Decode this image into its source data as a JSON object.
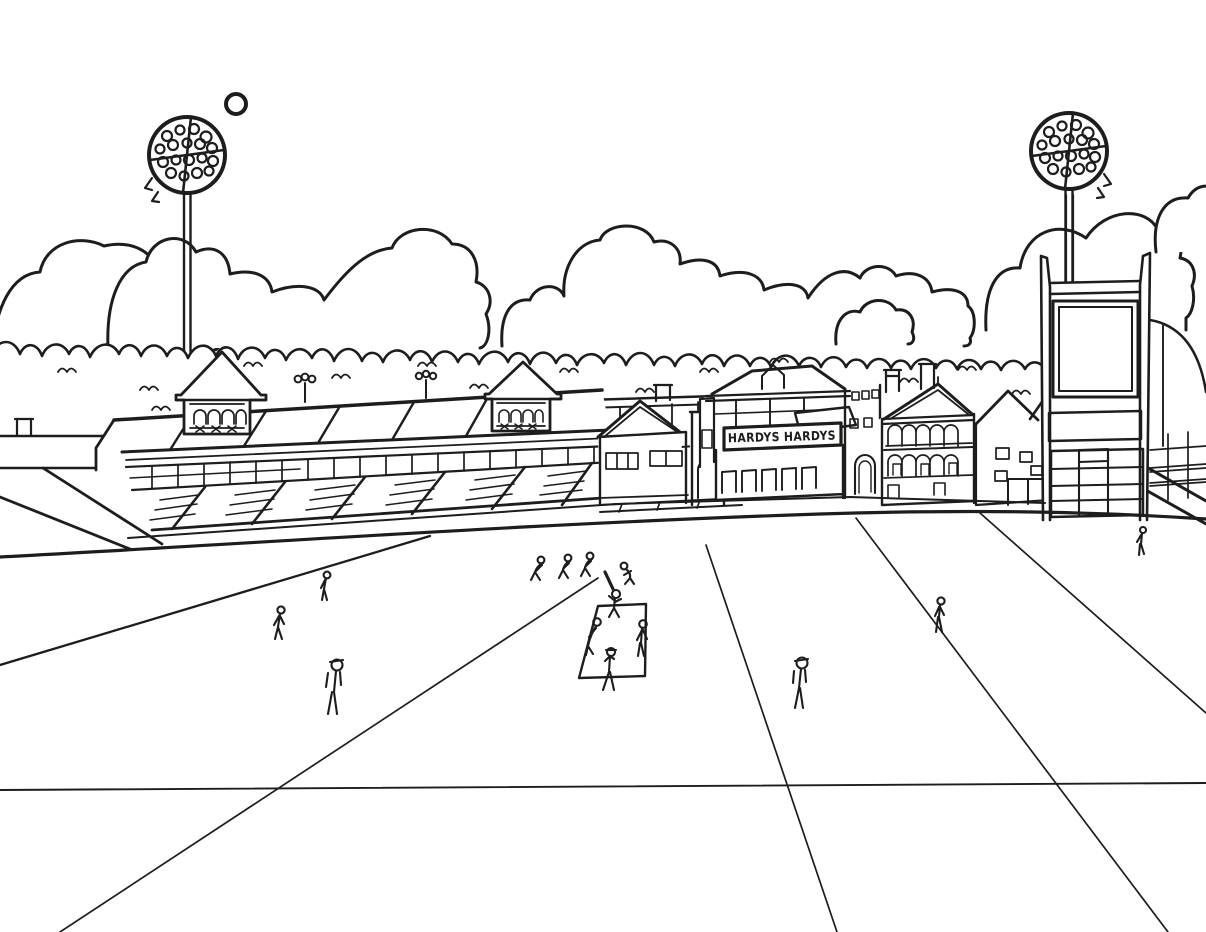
{
  "scene": {
    "style": "hand-drawn black and white line illustration",
    "subject": "cricket ground with grandstands, floodlights, scoreboard tower and players on the outfield",
    "ink_color": "#1d1d1b",
    "paper_color": "#ffffff"
  },
  "sign": {
    "text": "HARDYS HARDYS"
  }
}
